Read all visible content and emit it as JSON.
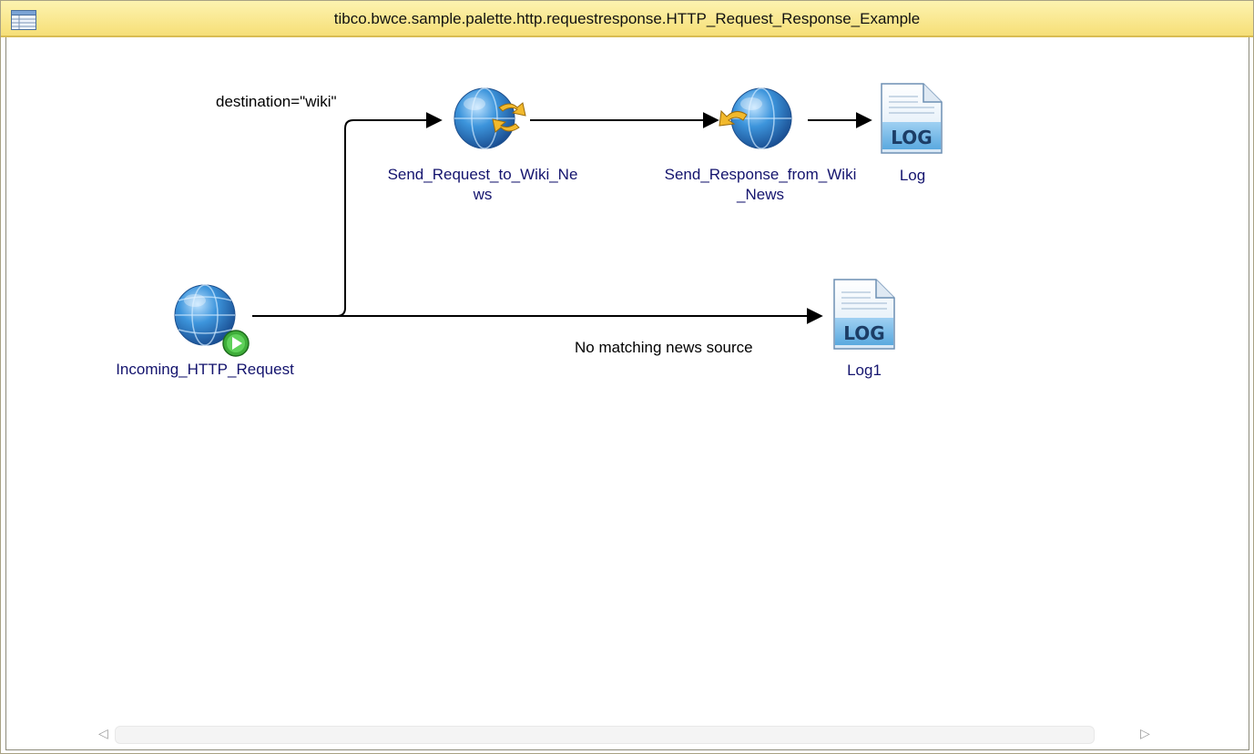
{
  "window": {
    "title": "tibco.bwce.sample.palette.http.requestresponse.HTTP_Request_Response_Example"
  },
  "nodes": {
    "incoming": {
      "label": "Incoming_HTTP_Request",
      "icon": "globe-start-icon"
    },
    "send_request": {
      "label_line1": "Send_Request_to_Wiki_Ne",
      "label_line2": "ws",
      "icon": "globe-request-icon"
    },
    "send_response": {
      "label_line1": "Send_Response_from_Wiki",
      "label_line2": "_News",
      "icon": "globe-response-icon"
    },
    "log": {
      "label": "Log",
      "icon_text": "LOG",
      "icon": "log-file-icon"
    },
    "log1": {
      "label": "Log1",
      "icon_text": "LOG",
      "icon": "log-file-icon"
    }
  },
  "edges": {
    "to_wiki": {
      "condition": "destination=\"wiki\""
    },
    "to_log1": {
      "condition": "No matching news source"
    }
  },
  "colors": {
    "title_bar": "#f6df77",
    "node_label": "#14146e",
    "globe": "#2f86d0"
  }
}
